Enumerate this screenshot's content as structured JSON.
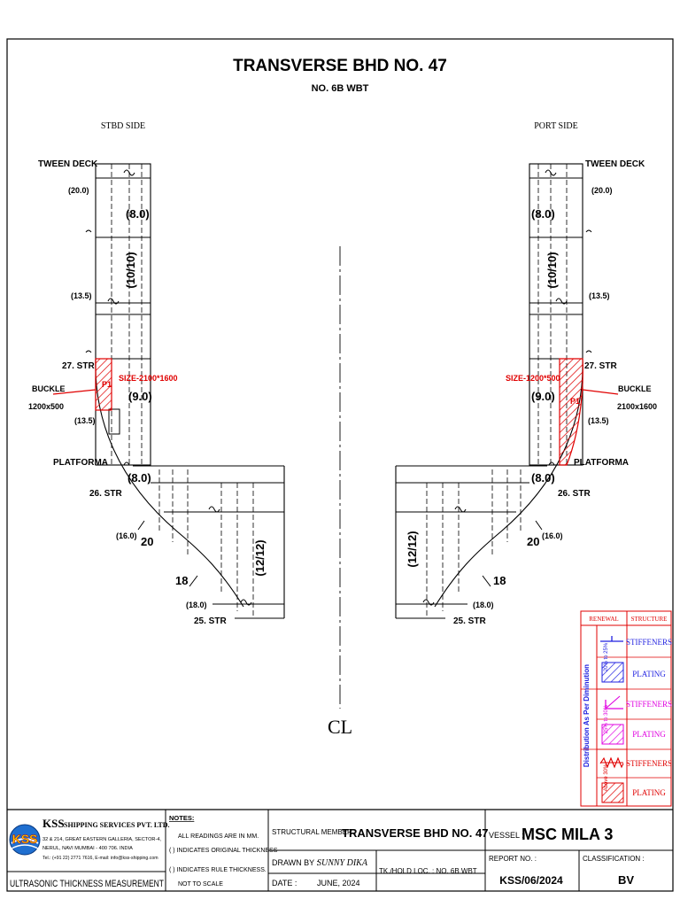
{
  "title": "TRANSVERSE BHD NO. 47",
  "subtitle": "NO. 6B WBT",
  "stbd": {
    "side_label": "STBD SIDE",
    "tween_deck": "TWEEN DECK",
    "str27": "27. STR",
    "platforma": "PLATFORMA",
    "str26": "26. STR",
    "str25": "25. STR",
    "frame20": "20",
    "frame18": "18",
    "buckle": "BUCKLE",
    "buckle_size": "1200x500",
    "size_label": "SIZE-2100*1600",
    "p1": "P1",
    "t_20": "(20.0)",
    "t_13_5a": "(13.5)",
    "t_13_5b": "(13.5)",
    "t_16": "(16.0)",
    "t_18": "(18.0)",
    "o_8a": "(8.0)",
    "o_9": "(9.0)",
    "o_8b": "(8.0)",
    "vert_a": "(10/10)",
    "vert_b": "(12/12)"
  },
  "port": {
    "side_label": "PORT SIDE",
    "tween_deck": "TWEEN DECK",
    "str27": "27. STR",
    "platforma": "PLATFORMA",
    "str26": "26. STR",
    "str25": "25. STR",
    "frame20": "20",
    "frame18": "18",
    "buckle": "BUCKLE",
    "buckle_size": "2100x1600",
    "size_label": "SIZE-1200*500",
    "p1": "P1",
    "t_20": "(20.0)",
    "t_13_5a": "(13.5)",
    "t_13_5b": "(13.5)",
    "t_16": "(16.0)",
    "t_18": "(18.0)",
    "o_8a": "(8.0)",
    "o_9": "(9.0)",
    "o_8b": "(8.0)",
    "vert_a": "(10/10)",
    "vert_b": "(12/12)"
  },
  "centerline": "CL",
  "legend": {
    "renewal": "RENEWAL",
    "structure": "STRUCTURE",
    "side_text": "Distribution As Per Diminution",
    "band1": "20% to 25%",
    "band2": "25% to 30%",
    "band3": "Above 30%",
    "rows": [
      "STIFFENERS",
      "PLATING",
      "STIFFENERS",
      "PLATING",
      "STIFFENERS",
      "PLATING"
    ],
    "colors": {
      "blue": "#1f1fe0",
      "magenta": "#e000e0",
      "red": "#e00000"
    }
  },
  "titleblock": {
    "company_logo": "KSS",
    "company_name": "SHIPPING SERVICES PVT. LTD.",
    "address1": "32 & 214, GREAT EASTERN GALLERIA, SECTOR-4,",
    "address2": "NERUL, NAVI MUMBAI - 400 706. INDIA",
    "contact": "Tel.: (+91 22) 2771 7616, E-mail: info@kss-shipping.com",
    "doc_type": "ULTRASONIC THICKNESS MEASUREMENT",
    "notes_label": "NOTES:",
    "note1": "ALL READINGS ARE IN MM.",
    "note2": "( ) INDICATES ORIGINAL THICKNESS",
    "note3": "( ) INDICATES RULE THICKNESS.",
    "note4": "NOT TO SCALE",
    "member_label": "STRUCTURAL MEMBER :",
    "member_value": "TRANSVERSE BHD NO. 47",
    "vessel_label": "VESSEL :",
    "vessel_value": "MSC MILA 3",
    "drawn_label": "DRAWN BY :",
    "drawn_value": "SUNNY DIKA",
    "tank_label": "TK./HOLD LOC. : NO. 6B WBT",
    "date_label": "DATE :",
    "date_value": "JUNE, 2024",
    "report_label": "REPORT NO. :",
    "report_value": "KSS/06/2024",
    "class_label": "CLASSIFICATION :",
    "class_value": "BV"
  }
}
